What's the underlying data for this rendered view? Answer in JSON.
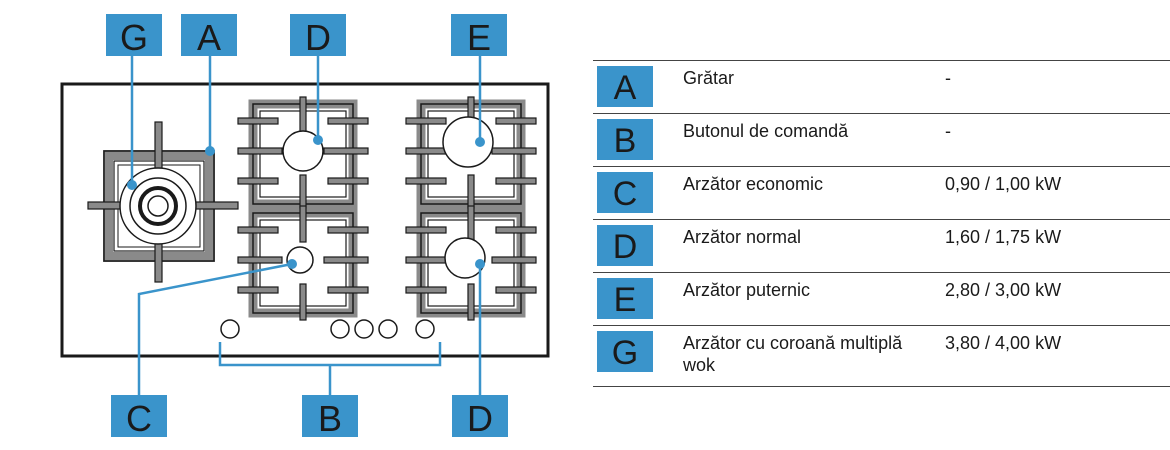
{
  "diagram": {
    "labels": {
      "G_top": "G",
      "A_top": "A",
      "D_top": "D",
      "E_top": "E",
      "C_bottom": "C",
      "B_bottom": "B",
      "D_bottom": "D"
    },
    "colors": {
      "label_box": "#3a94cb",
      "stroke": "#1a1a1a",
      "grate": "#8a8a8a",
      "leader": "#3a94cb"
    }
  },
  "legend": {
    "rows": [
      {
        "key": "A",
        "name": "Grătar",
        "power": "-"
      },
      {
        "key": "B",
        "name": "Butonul de comandă",
        "power": "-"
      },
      {
        "key": "C",
        "name": "Arzător economic",
        "power": "0,90 / 1,00 kW"
      },
      {
        "key": "D",
        "name": "Arzător normal",
        "power": "1,60 / 1,75 kW"
      },
      {
        "key": "E",
        "name": "Arzător puternic",
        "power": "2,80 / 3,00 kW"
      },
      {
        "key": "G",
        "name": "Arzător cu coroană multiplă wok",
        "power": "3,80 / 4,00 kW"
      }
    ]
  }
}
